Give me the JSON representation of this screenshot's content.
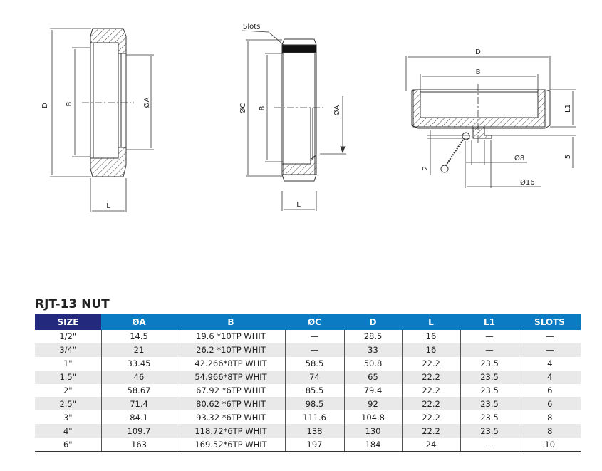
{
  "drawings": {
    "view1": {
      "labels": {
        "d": "D",
        "b": "B",
        "a": "ØA",
        "l": "L"
      }
    },
    "view2": {
      "labels": {
        "slots": "Slots",
        "c": "ØC",
        "b": "B",
        "a": "ØA",
        "l": "L"
      }
    },
    "view3": {
      "labels": {
        "d": "D",
        "b": "B",
        "l1": "L1",
        "five": "5",
        "two": "2",
        "d8": "Ø8",
        "d16": "Ø16"
      }
    }
  },
  "title": "RJT-13 NUT",
  "table": {
    "headers": [
      "SIZE",
      "ØA",
      "B",
      "ØC",
      "D",
      "L",
      "L1",
      "SLOTS"
    ],
    "rows": [
      [
        "1/2\"",
        "14.5",
        "19.6 *10TP WHIT",
        "—",
        "28.5",
        "16",
        "—",
        "—"
      ],
      [
        "3/4\"",
        "21",
        "26.2 *10TP WHIT",
        "—",
        "33",
        "16",
        "—",
        "—"
      ],
      [
        "1\"",
        "33.45",
        "42.266*8TP WHIT",
        "58.5",
        "50.8",
        "22.2",
        "23.5",
        "4"
      ],
      [
        "1.5\"",
        "46",
        "54.966*8TP WHIT",
        "74",
        "65",
        "22.2",
        "23.5",
        "4"
      ],
      [
        "2\"",
        "58.67",
        "67.92 *6TP WHIT",
        "85.5",
        "79.4",
        "22.2",
        "23.5",
        "6"
      ],
      [
        "2.5\"",
        "71.4",
        "80.62 *6TP WHIT",
        "98.5",
        "92",
        "22.2",
        "23.5",
        "6"
      ],
      [
        "3\"",
        "84.1",
        "93.32 *6TP WHIT",
        "111.6",
        "104.8",
        "22.2",
        "23.5",
        "8"
      ],
      [
        "4\"",
        "109.7",
        "118.72*6TP WHIT",
        "138",
        "130",
        "22.2",
        "23.5",
        "8"
      ],
      [
        "6\"",
        "163",
        "169.52*6TP WHIT",
        "197",
        "184",
        "24",
        "—",
        "10"
      ]
    ]
  },
  "colors": {
    "header_size": "#232a7d",
    "header": "#0b7cc3",
    "alt_row": "#e9e9ea"
  }
}
